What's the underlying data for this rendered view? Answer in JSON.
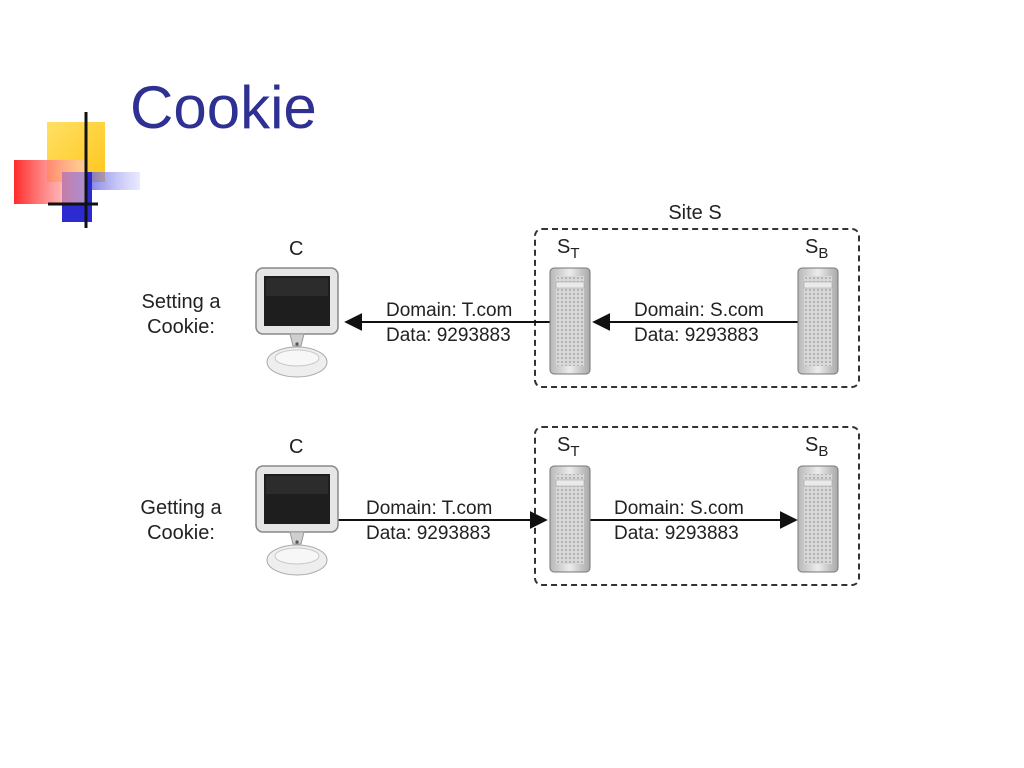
{
  "slide": {
    "title": "Cookie"
  },
  "diagram": {
    "site_label": "Site S",
    "client_label": "C",
    "server_t": {
      "main": "S",
      "sub": "T"
    },
    "server_b": {
      "main": "S",
      "sub": "B"
    },
    "setting": {
      "caption_line1": "Setting a",
      "caption_line2": "Cookie:",
      "msg_t": {
        "line1": "Domain: T.com",
        "line2": "Data: 9293883"
      },
      "msg_s": {
        "line1": "Domain: S.com",
        "line2": "Data: 9293883"
      }
    },
    "getting": {
      "caption_line1": "Getting a",
      "caption_line2": "Cookie:",
      "msg_t": {
        "line1": "Domain: T.com",
        "line2": "Data: 9293883"
      },
      "msg_s": {
        "line1": "Domain: S.com",
        "line2": "Data: 9293883"
      }
    }
  },
  "colors": {
    "title": "#2e3192",
    "deco_yellow": "#ffd633",
    "deco_blue": "#3333cc",
    "deco_red": "#ff3b3b"
  }
}
